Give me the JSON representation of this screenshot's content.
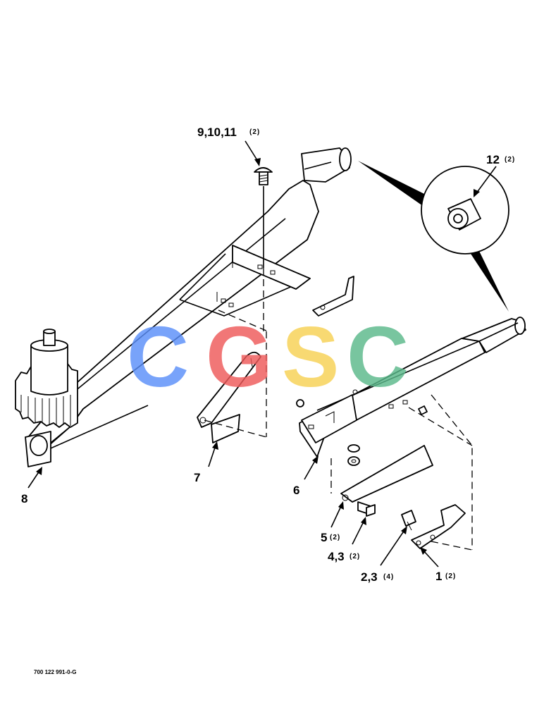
{
  "callouts": {
    "c9_10_11": {
      "label": "9,10,11",
      "qty": "(2)"
    },
    "c12": {
      "label": "12",
      "qty": "(2)"
    },
    "c8": {
      "label": "8",
      "qty": ""
    },
    "c7": {
      "label": "7",
      "qty": ""
    },
    "c6": {
      "label": "6",
      "qty": ""
    },
    "c5": {
      "label": "5",
      "qty": "(2)"
    },
    "c4_3": {
      "label": "4,3",
      "qty": "(2)"
    },
    "c2_3": {
      "label": "2,3",
      "qty": "(4)"
    },
    "c1": {
      "label": "1",
      "qty": "(2)"
    }
  },
  "watermark": {
    "letters": [
      "C",
      "G",
      "S",
      "C"
    ],
    "colors": [
      "#5b8ff9",
      "#ee5a5a",
      "#f7d154",
      "#5bb98b"
    ]
  },
  "document_number": "700 122 991-0-G"
}
